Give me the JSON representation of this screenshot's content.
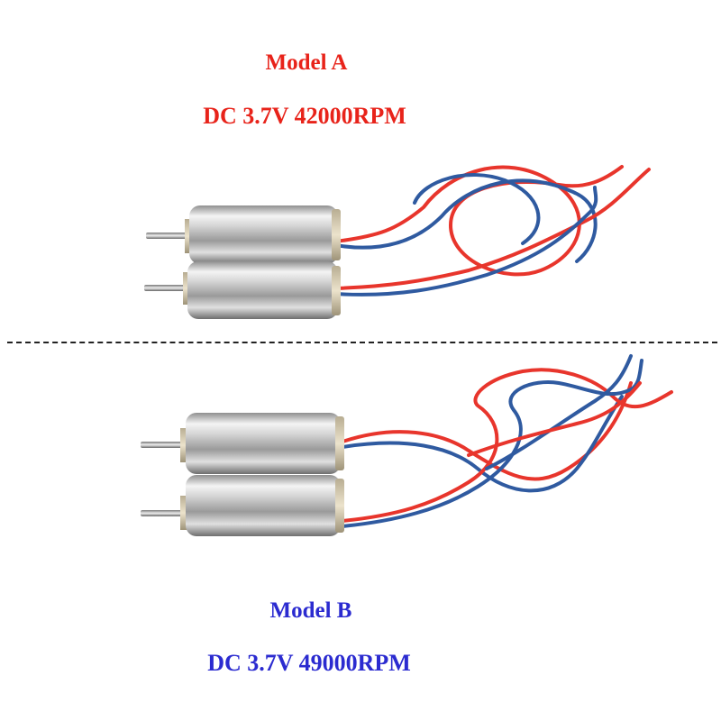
{
  "model_a": {
    "title": "Model A",
    "spec": "DC 3.7V 42000RPM",
    "color": "#e8231a"
  },
  "model_b": {
    "title": "Model B",
    "spec": "DC 3.7V 49000RPM",
    "color": "#2b2bd0"
  },
  "wire_colors": {
    "red": "#e8352c",
    "blue": "#2f5aa0"
  },
  "motor_color": "#c9c9c9"
}
